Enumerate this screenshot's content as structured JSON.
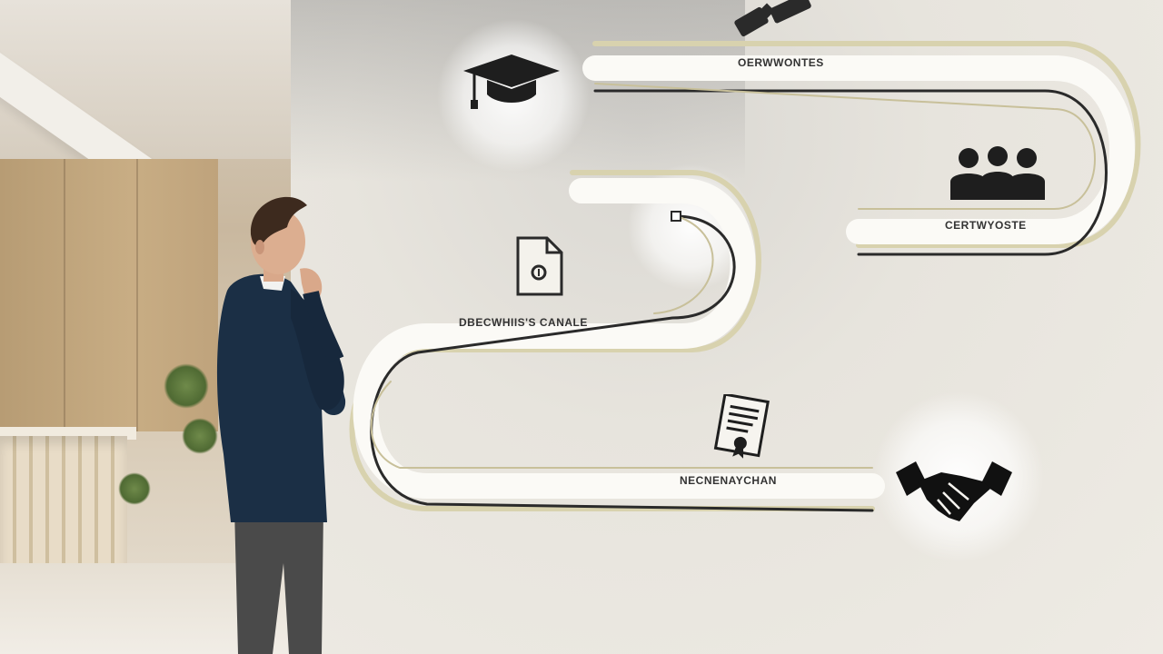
{
  "milestones": [
    {
      "id": "top",
      "icon": "graduation-cap-icon",
      "label": "OERWWONTES"
    },
    {
      "id": "team",
      "icon": "group-people-icon",
      "label": "CERTWYOSTE"
    },
    {
      "id": "document",
      "icon": "document-icon",
      "label": "DBECWHIIS'S CANALE"
    },
    {
      "id": "contract",
      "icon": "contract-certificate-icon",
      "label": "NECNENAYCHAN"
    },
    {
      "id": "handshake",
      "icon": "handshake-icon",
      "label": ""
    }
  ],
  "colors": {
    "path_dark": "#2a2a2a",
    "path_gold": "#cfc79a",
    "wall": "#ebe8e1",
    "sweater": "#1b2f45",
    "trousers": "#4a4a4a"
  }
}
